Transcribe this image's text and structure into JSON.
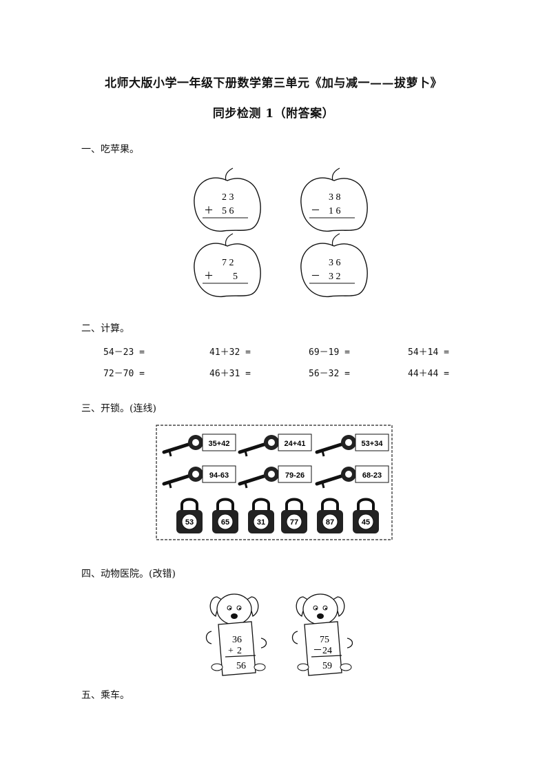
{
  "title": {
    "line1": "北师大版小学一年级下册数学第三单元《加与减一——拔萝卜》",
    "line2": "同步检测 1（附答案）"
  },
  "section1": {
    "heading": "一、吃苹果。",
    "apples": [
      {
        "top": "2 3",
        "op": "＋",
        "bottom": "5 6"
      },
      {
        "top": "3 8",
        "op": "－",
        "bottom": "1 6"
      },
      {
        "top": "7 2",
        "op": "＋",
        "bottom": "5"
      },
      {
        "top": "3 6",
        "op": "－",
        "bottom": "3 2"
      }
    ]
  },
  "section2": {
    "heading": "二、计算。",
    "rows": [
      [
        "54－23 =",
        "41＋32 =",
        "69－19 =",
        "54＋14 ="
      ],
      [
        "72－70 =",
        "46＋31 =",
        "56－32 =",
        "44＋44 ="
      ]
    ]
  },
  "section3": {
    "heading": "三、开锁。(连线)",
    "keys": [
      "35+42",
      "24+41",
      "53+34",
      "94-63",
      "79-26",
      "68-23"
    ],
    "locks": [
      "53",
      "65",
      "31",
      "77",
      "87",
      "45"
    ]
  },
  "section4": {
    "heading": "四、动物医院。(改错)",
    "dogs": [
      {
        "top": "36",
        "op": "+",
        "bottom": "2",
        "result": "56"
      },
      {
        "top": "75",
        "op": "－",
        "bottom": "24",
        "result": "59"
      }
    ]
  },
  "section5": {
    "heading": "五、乘车。"
  }
}
